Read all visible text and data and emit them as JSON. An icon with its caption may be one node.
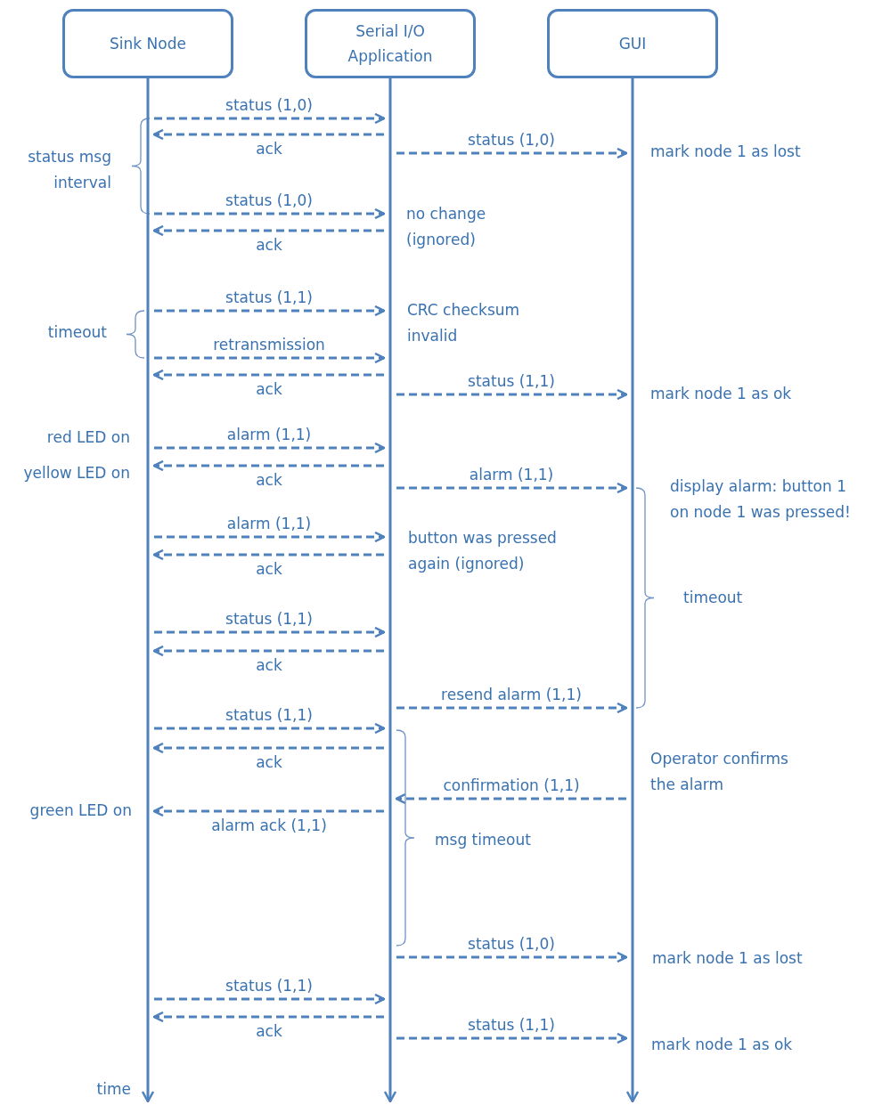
{
  "diagram": {
    "nodes": [
      {
        "text": [
          "Sink Node"
        ]
      },
      {
        "text": [
          "Serial I/O Application"
        ]
      },
      {
        "text": [
          "GUI"
        ]
      },
      {
        "text": [],
        "shape": "line"
      },
      {
        "text": [],
        "shape": "line"
      },
      {
        "text": [],
        "shape": "line"
      }
    ],
    "edges": [
      {
        "from": 3,
        "to": 4,
        "arrow": "to",
        "label": "status (1,0)",
        "style": "dashed"
      },
      {
        "from": 4,
        "to": 3,
        "arrow": "to",
        "label": "ack",
        "style": "dashed"
      },
      {
        "from": 4,
        "to": 5,
        "arrow": "to",
        "label": "status (1,0)",
        "style": "dashed"
      },
      {
        "from": 3,
        "to": 4,
        "arrow": "to",
        "label": "status (1,0)",
        "style": "dashed"
      },
      {
        "from": 4,
        "to": 3,
        "arrow": "to",
        "label": "ack",
        "style": "dashed"
      },
      {
        "from": 3,
        "to": 4,
        "arrow": "to",
        "label": "status (1,1)",
        "style": "dashed"
      },
      {
        "from": 3,
        "to": 4,
        "arrow": "to",
        "label": "retransmission",
        "style": "dashed"
      },
      {
        "from": 4,
        "to": 3,
        "arrow": "to",
        "label": "ack",
        "style": "dashed"
      },
      {
        "from": 4,
        "to": 5,
        "arrow": "to",
        "label": "status (1,1)",
        "style": "dashed"
      },
      {
        "from": 3,
        "to": 4,
        "arrow": "to",
        "label": "alarm (1,1)",
        "style": "dashed"
      },
      {
        "from": 4,
        "to": 3,
        "arrow": "to",
        "label": "ack",
        "style": "dashed"
      },
      {
        "from": 4,
        "to": 5,
        "arrow": "to",
        "label": "alarm (1,1)",
        "style": "dashed"
      },
      {
        "from": 3,
        "to": 4,
        "arrow": "to",
        "label": "alarm (1,1)",
        "style": "dashed"
      },
      {
        "from": 4,
        "to": 3,
        "arrow": "to",
        "label": "ack",
        "style": "dashed"
      },
      {
        "from": 3,
        "to": 4,
        "arrow": "to",
        "label": "status (1,1)",
        "style": "dashed"
      },
      {
        "from": 4,
        "to": 3,
        "arrow": "to",
        "label": "ack",
        "style": "dashed"
      },
      {
        "from": 4,
        "to": 5,
        "arrow": "to",
        "label": "resend alarm (1,1)",
        "style": "dashed"
      },
      {
        "from": 3,
        "to": 4,
        "arrow": "to",
        "label": "status (1,1)",
        "style": "dashed"
      },
      {
        "from": 4,
        "to": 3,
        "arrow": "to",
        "label": "ack",
        "style": "dashed"
      },
      {
        "from": 5,
        "to": 4,
        "arrow": "to",
        "label": "confirmation (1,1)",
        "style": "dashed"
      },
      {
        "from": 4,
        "to": 3,
        "arrow": "to",
        "label": "alarm ack (1,1)",
        "style": "dashed"
      },
      {
        "from": 4,
        "to": 5,
        "arrow": "to",
        "label": "status (1,0)",
        "style": "dashed"
      },
      {
        "from": 3,
        "to": 4,
        "arrow": "to",
        "label": "status (1,1)",
        "style": "dashed"
      },
      {
        "from": 4,
        "to": 3,
        "arrow": "to",
        "label": "ack",
        "style": "dashed"
      },
      {
        "from": 4,
        "to": 5,
        "arrow": "to",
        "label": "status (1,1)",
        "style": "dashed"
      }
    ],
    "labels": [
      "status msg interval",
      "mark node 1 as lost",
      "no change (ignored)",
      "CRC checksum invalid",
      "timeout",
      "mark node 1 as ok",
      "red LED on",
      "yellow LED on",
      "display alarm: button 1 on node 1 was pressed!",
      "button was pressed again (ignored)",
      "timeout",
      "Operator confirms the alarm",
      "green LED on",
      "msg timeout",
      "mark node 1 as lost",
      "mark node 1 as ok",
      "time"
    ]
  }
}
